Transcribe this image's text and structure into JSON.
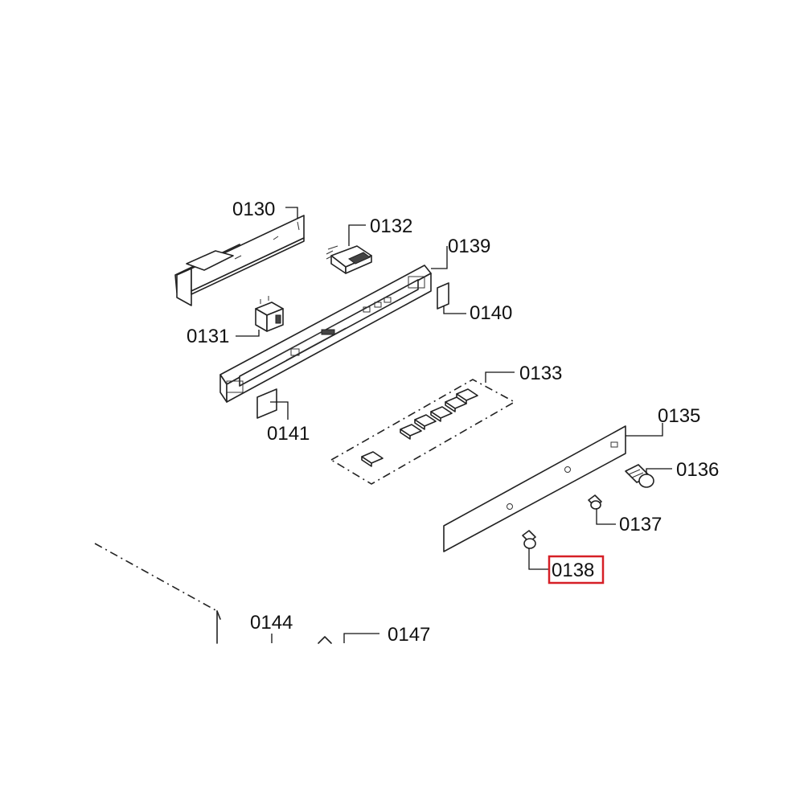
{
  "diagram": {
    "labels": {
      "p0130": "0130",
      "p0131": "0131",
      "p0132": "0132",
      "p0133": "0133",
      "p0135": "0135",
      "p0136": "0136",
      "p0137": "0137",
      "p0138": "0138",
      "p0139": "0139",
      "p0140": "0140",
      "p0141": "0141",
      "p0144": "0144",
      "p0147": "0147"
    },
    "highlighted_part": "0138",
    "highlight_color": "#d61f26"
  }
}
